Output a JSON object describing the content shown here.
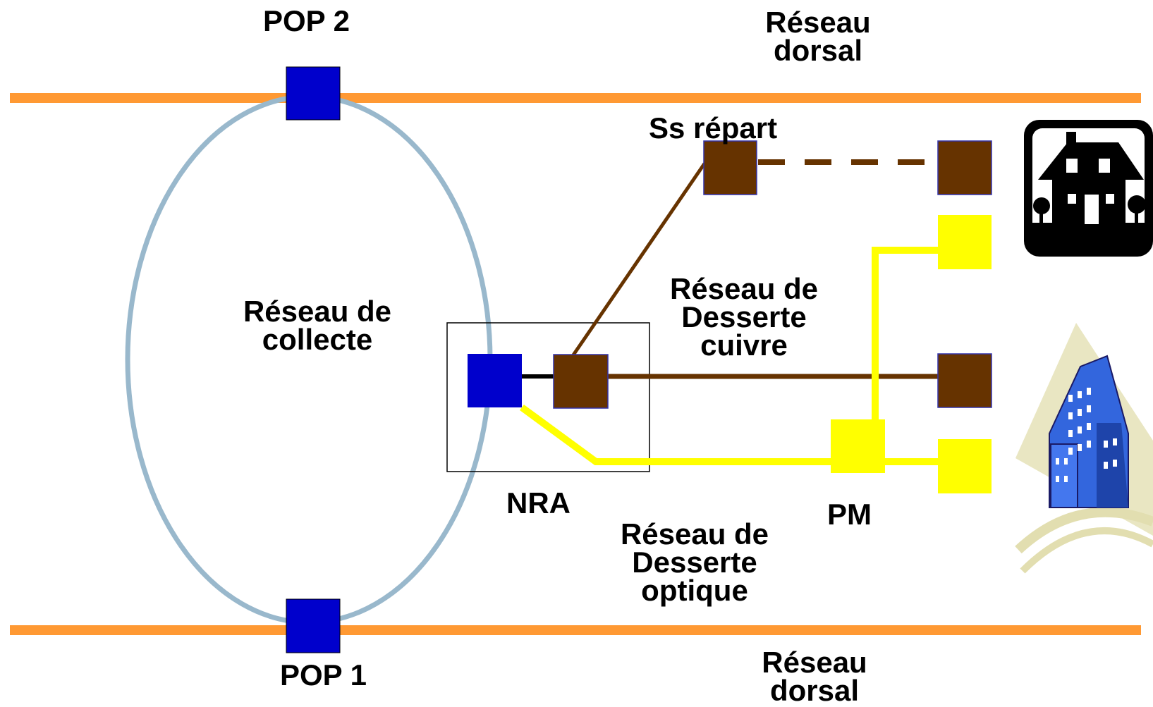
{
  "labels": {
    "pop2": "POP 2",
    "pop1": "POP 1",
    "backbone_top": [
      "Réseau",
      "dorsal"
    ],
    "backbone_bottom": [
      "Réseau",
      "dorsal"
    ],
    "collecte": [
      "Réseau de",
      "collecte"
    ],
    "ss_repart": "Ss répart",
    "desserte_cuivre": [
      "Réseau de",
      "Desserte",
      "cuivre"
    ],
    "nra": "NRA",
    "pm": "PM",
    "desserte_optique": [
      "Réseau de",
      "Desserte",
      "optique"
    ]
  },
  "colors": {
    "backbone": "#FF9933",
    "ring": "#99B8CC",
    "pop_node": "#0000CC",
    "copper": "#663300",
    "fiber": "#FFFF00",
    "nra_link": "#000000"
  },
  "icons": {
    "house": "house-icon",
    "building": "office-building-icon"
  }
}
